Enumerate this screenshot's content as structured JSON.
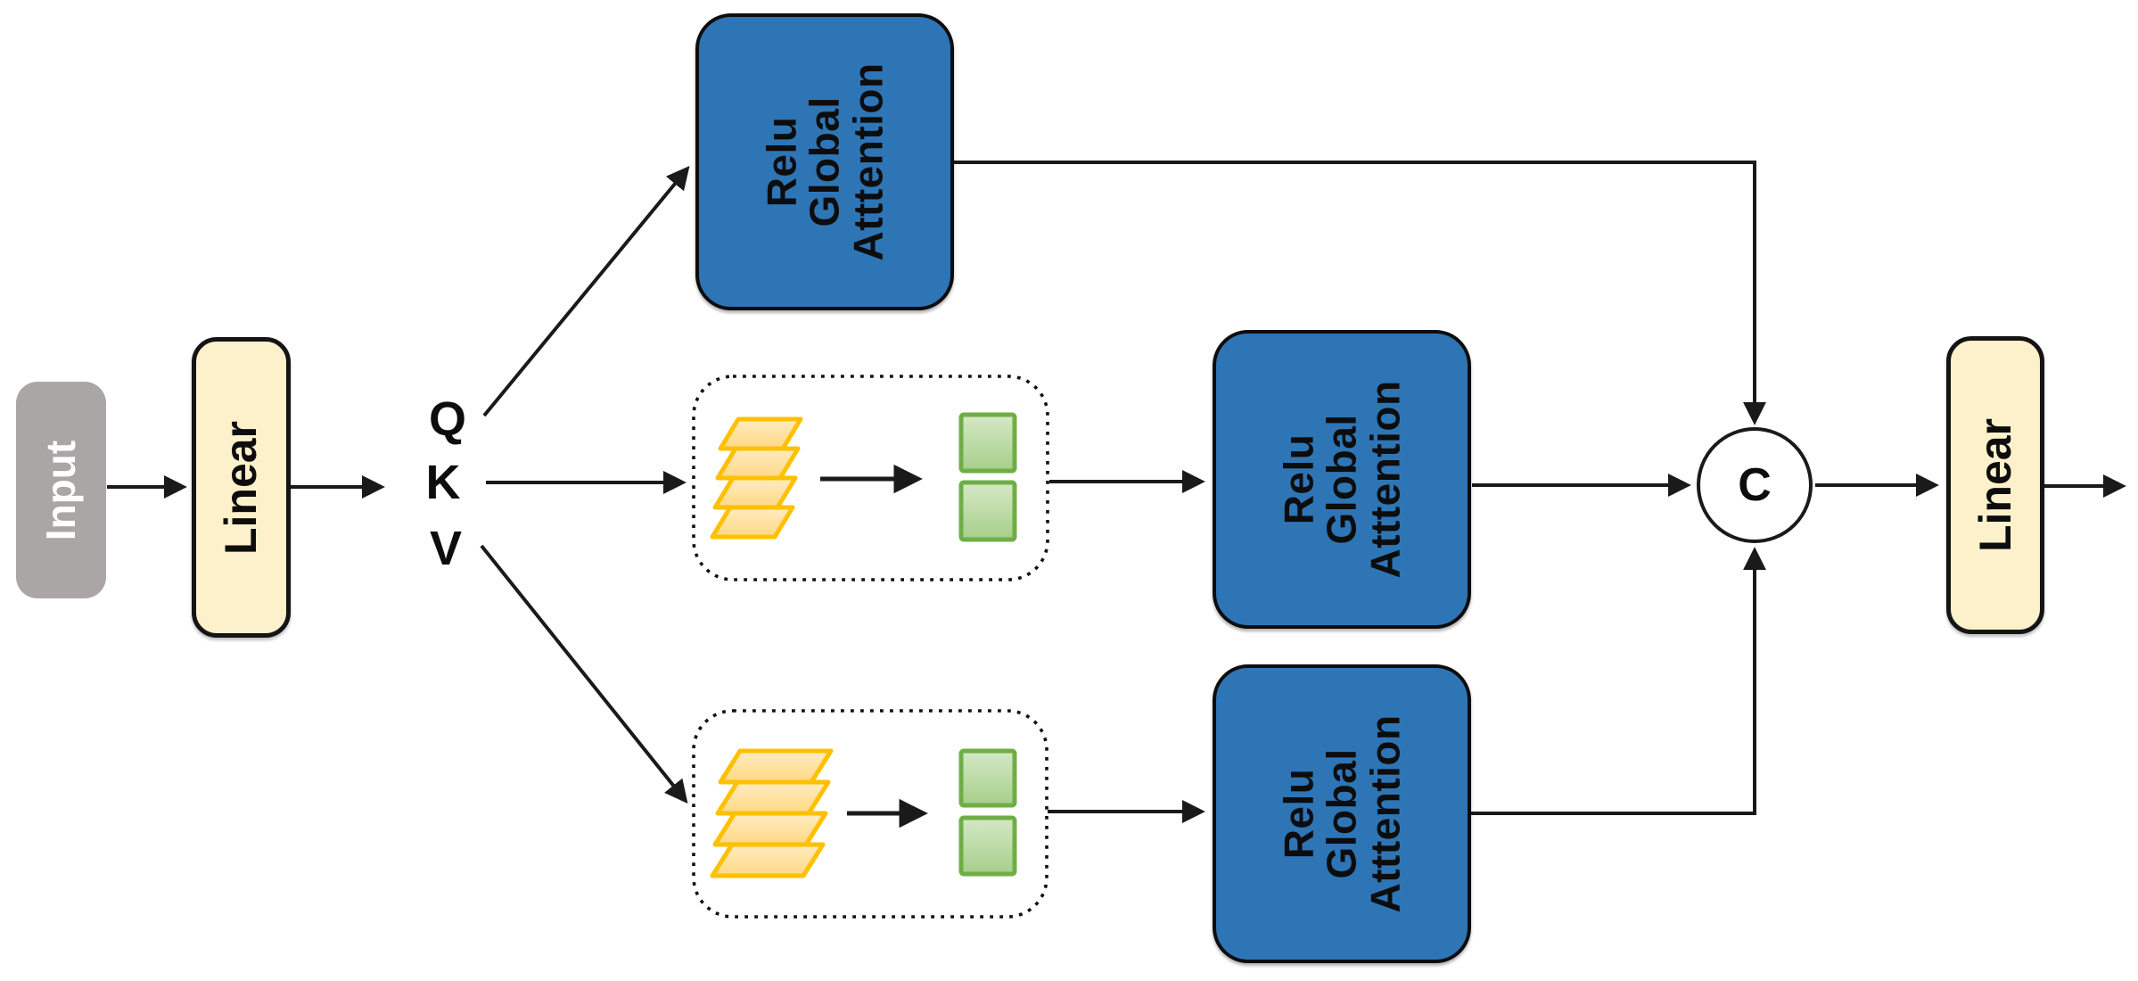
{
  "colors": {
    "c-blue": "#2E75B6",
    "c-blue-border": "#0D0D0D",
    "c-cream": "#FDF1CC",
    "c-cream-border": "#141414",
    "c-gray": "#A9A6A5",
    "c-ink": "#1A1A1A",
    "c-text": "#0D0D0D",
    "c-card-border": "#FFC000",
    "c-card-fill-top": "#FFECC2",
    "c-card-fill-bottom": "#FFD883",
    "c-token-border": "#6FAE46",
    "c-token-fill-top": "#D5E8C6",
    "c-token-fill-bottom": "#A6CF8A"
  },
  "diagram": {
    "input_block": {
      "label": "Input"
    },
    "linear_in_block": {
      "label": "Linear"
    },
    "projections": {
      "q": "Q",
      "k": "K",
      "v": "V"
    },
    "attention_top": {
      "lines": [
        "Relu",
        "Global",
        "Atttention"
      ]
    },
    "attention_mid": {
      "lines": [
        "Relu",
        "Global",
        "Atttention"
      ]
    },
    "attention_bottom": {
      "lines": [
        "Relu",
        "Global",
        "Atttention"
      ]
    },
    "concat_node": {
      "label": "C"
    },
    "linear_out_block": {
      "label": "Linear"
    },
    "icons": {
      "window_mid_stack": "stacked-feature-maps-icon",
      "window_mid_tokens": "token-pair-icon",
      "window_bottom_stack": "stacked-feature-maps-icon",
      "window_bottom_tokens": "token-pair-icon",
      "arrowheads": "arrowhead-icon"
    }
  }
}
